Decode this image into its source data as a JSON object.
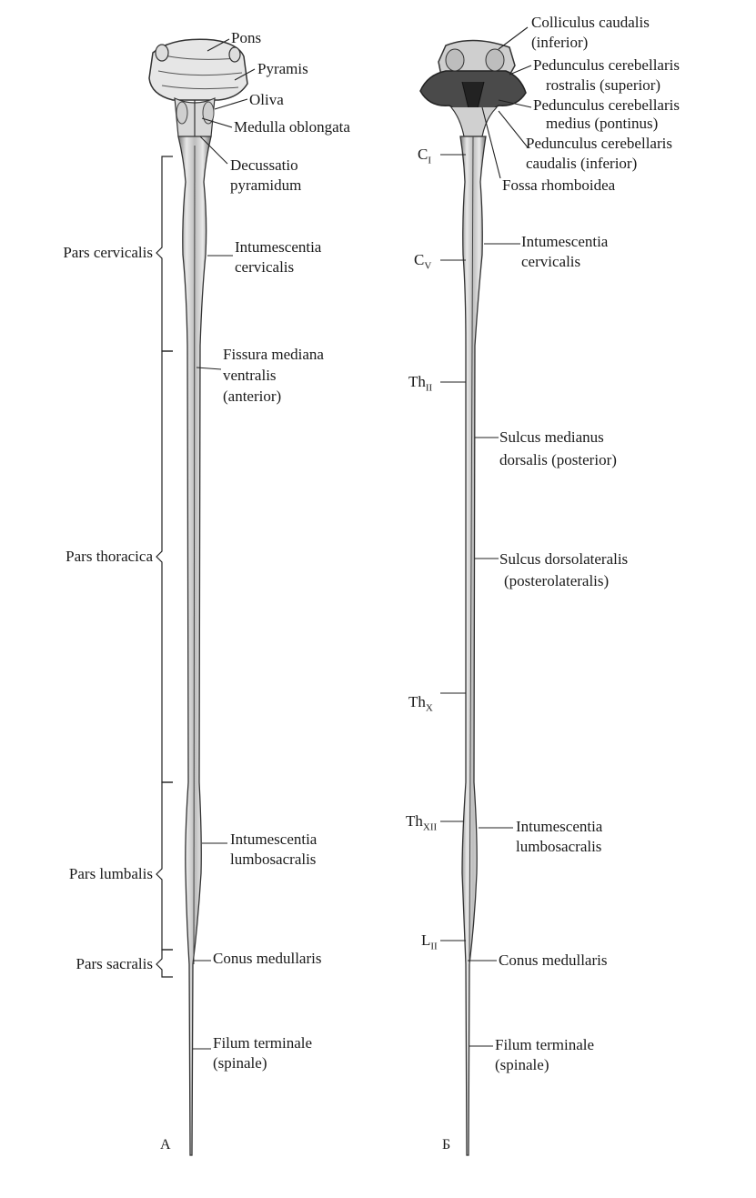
{
  "panel_a": {
    "letter": "А",
    "labels": {
      "pons": "Pons",
      "pyramis": "Pyramis",
      "oliva": "Oliva",
      "medulla": "Medulla oblongata",
      "decussatio_1": "Decussatio",
      "decussatio_2": "pyramidum",
      "int_cerv_1": "Intumescentia",
      "int_cerv_2": "cervicalis",
      "fissura_1": "Fissura mediana",
      "fissura_2": "ventralis",
      "fissura_3": "(anterior)",
      "int_lumb_1": "Intumescentia",
      "int_lumb_2": "lumbosacralis",
      "conus": "Conus medullaris",
      "filum_1": "Filum terminale",
      "filum_2": "(spinale)"
    },
    "parts": {
      "cervicalis": "Pars cervicalis",
      "thoracica": "Pars thoracica",
      "lumbalis": "Pars lumbalis",
      "sacralis": "Pars sacralis"
    }
  },
  "panel_b": {
    "letter": "Б",
    "labels": {
      "colliculus_1": "Colliculus caudalis",
      "colliculus_2": "(inferior)",
      "ped_rostr_1": "Pedunculus cerebellaris",
      "ped_rostr_2": "rostralis (superior)",
      "ped_med_1": "Pedunculus cerebellaris",
      "ped_med_2": "medius (pontinus)",
      "ped_caud_1": "Pedunculus cerebellaris",
      "ped_caud_2": "caudalis (inferior)",
      "fossa": "Fossa rhomboidea",
      "int_cerv_1": "Intumescentia",
      "int_cerv_2": "cervicalis",
      "sulcus_med_1": "Sulcus medianus",
      "sulcus_med_2": "dorsalis (posterior)",
      "sulcus_dl_1": "Sulcus dorsolateralis",
      "sulcus_dl_2": "(posterolateralis)",
      "int_lumb_1": "Intumescentia",
      "int_lumb_2": "lumbosacralis",
      "conus": "Conus medullaris",
      "filum_1": "Filum terminale",
      "filum_2": "(spinale)"
    },
    "segments": {
      "c1": {
        "base": "C",
        "sub": "I"
      },
      "c5": {
        "base": "C",
        "sub": "V"
      },
      "th2": {
        "base": "Th",
        "sub": "II"
      },
      "th10": {
        "base": "Th",
        "sub": "X"
      },
      "th12": {
        "base": "Th",
        "sub": "XII"
      },
      "l2": {
        "base": "L",
        "sub": "II"
      }
    }
  },
  "colors": {
    "ink": "#1a1a1a",
    "cord": "#d9d9d9",
    "cord_shade": "#8a8a8a"
  }
}
